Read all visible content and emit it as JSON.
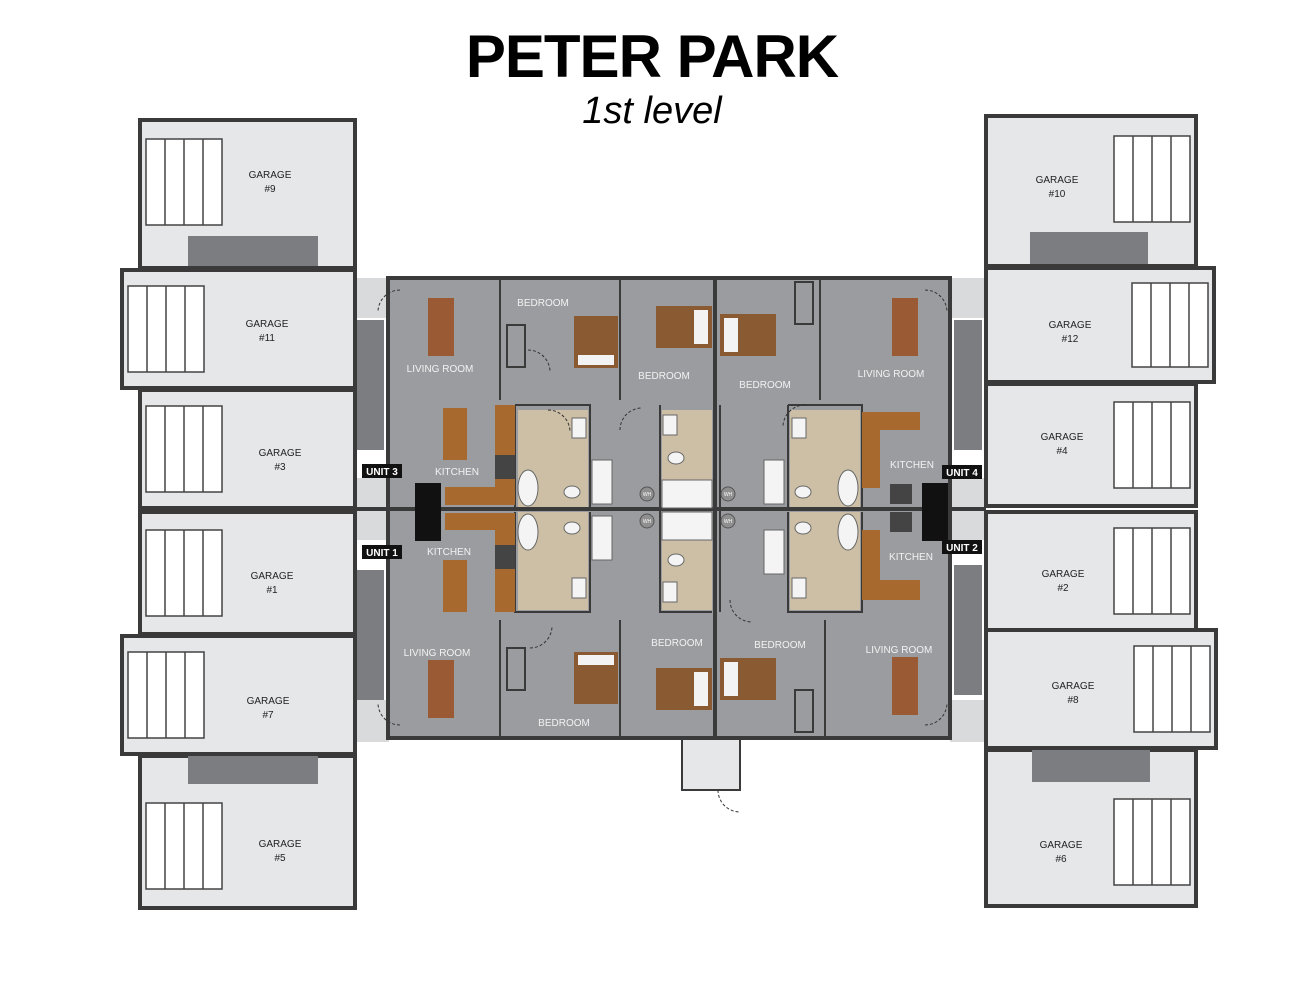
{
  "title": "PETER PARK",
  "subtitle": "1st level",
  "garages": [
    {
      "id": "9",
      "line1": "GARAGE",
      "line2": "#9"
    },
    {
      "id": "11",
      "line1": "GARAGE",
      "line2": "#11"
    },
    {
      "id": "3",
      "line1": "GARAGE",
      "line2": "#3"
    },
    {
      "id": "1",
      "line1": "GARAGE",
      "line2": "#1"
    },
    {
      "id": "7",
      "line1": "GARAGE",
      "line2": "#7"
    },
    {
      "id": "5",
      "line1": "GARAGE",
      "line2": "#5"
    },
    {
      "id": "10",
      "line1": "GARAGE",
      "line2": "#10"
    },
    {
      "id": "12",
      "line1": "GARAGE",
      "line2": "#12"
    },
    {
      "id": "4",
      "line1": "GARAGE",
      "line2": "#4"
    },
    {
      "id": "2",
      "line1": "GARAGE",
      "line2": "#2"
    },
    {
      "id": "8",
      "line1": "GARAGE",
      "line2": "#8"
    },
    {
      "id": "6",
      "line1": "GARAGE",
      "line2": "#6"
    }
  ],
  "units": [
    {
      "id": "unit3",
      "label": "UNIT 3"
    },
    {
      "id": "unit4",
      "label": "UNIT 4"
    },
    {
      "id": "unit1",
      "label": "UNIT 1"
    },
    {
      "id": "unit2",
      "label": "UNIT 2"
    }
  ],
  "rooms": {
    "bedroom": "BEDROOM",
    "living_room": "LIVING ROOM",
    "kitchen": "KITCHEN",
    "water_heater": "WH"
  },
  "colors": {
    "garage_fill": "#e6e7e8",
    "unit_floor": "#9b9ca0",
    "bath_tile": "#cdbfa6",
    "furniture": "#8a5a32",
    "wall": "#3a3a3a"
  }
}
